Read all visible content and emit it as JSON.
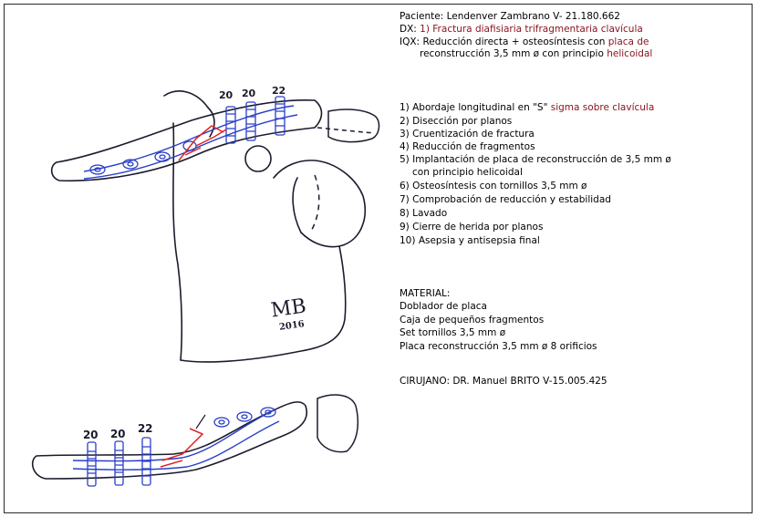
{
  "header": {
    "patient_label": "Paciente:",
    "patient_value": "Lendenver Zambrano V- 21.180.662",
    "dx_label": "DX:",
    "dx_value": "1) Fractura diafisiaria trifragmentaria clavícula",
    "iqx_label": "IQX:",
    "iqx_value_black": "Reducción directa + osteosíntesis con",
    "iqx_value_red": "placa de",
    "iqx_line2_black": "reconstrucción 3,5 mm ø con principio",
    "iqx_line2_red": "helicoidal"
  },
  "steps": [
    {
      "num": "1)",
      "black": "Abordaje longitudinal en \"S\"",
      "red": "sigma sobre clavícula"
    },
    {
      "num": "2)",
      "black": "Disección por planos",
      "red": ""
    },
    {
      "num": "3)",
      "black": "Cruentización de fractura",
      "red": ""
    },
    {
      "num": "4)",
      "black": "Reducción de fragmentos",
      "red": ""
    },
    {
      "num": "5)",
      "black": "Implantación de placa de reconstrucción de 3,5 mm ø",
      "red": ""
    },
    {
      "num": "",
      "black": "con principio helicoidal",
      "red": ""
    },
    {
      "num": "6)",
      "black": "Osteosíntesis con tornillos 3,5 mm ø",
      "red": ""
    },
    {
      "num": "7)",
      "black": "Comprobación de reducción y estabilidad",
      "red": ""
    },
    {
      "num": "8)",
      "black": "Lavado",
      "red": ""
    },
    {
      "num": "9)",
      "black": "Cierre de herida por planos",
      "red": ""
    },
    {
      "num": "10)",
      "black": "Asepsia y antisepsia final",
      "red": ""
    }
  ],
  "material": {
    "title": "MATERIAL:",
    "items": [
      "Doblador de placa",
      "Caja de pequeños fragmentos",
      "Set tornillos 3,5 mm ø",
      "Placa reconstrucción 3,5 mm ø  8 orificios"
    ]
  },
  "surgeon": {
    "label": "CIRUJANO:",
    "value": "DR. Manuel BRITO V-15.005.425"
  },
  "drawing": {
    "top_screw_labels": [
      "20",
      "20",
      "22"
    ],
    "bottom_screw_labels": [
      "20",
      "20",
      "22"
    ],
    "signature_initials": "MB",
    "signature_year": "2016",
    "colors": {
      "ink": "#1b1b2e",
      "plate": "#2a3fc8",
      "fracture": "#e02424",
      "annotation_red": "#8a1520"
    }
  }
}
